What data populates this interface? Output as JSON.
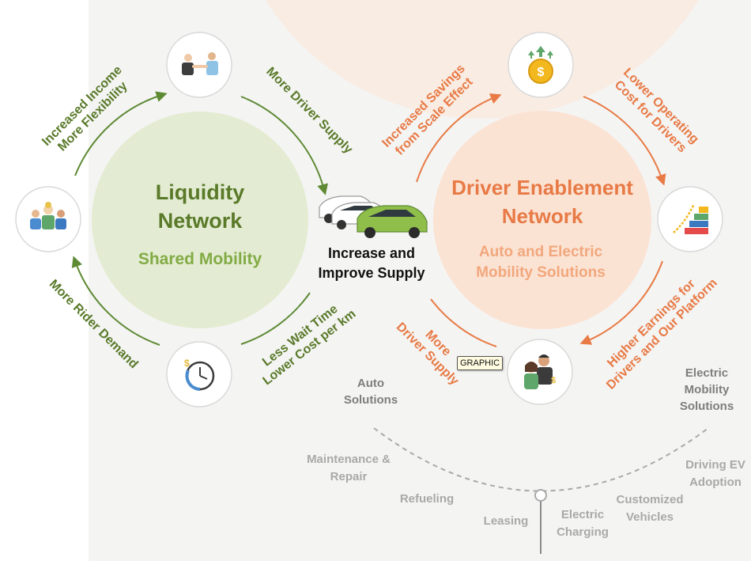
{
  "liquidity": {
    "title_line1": "Liquidity",
    "title_line2": "Network",
    "subtitle": "Shared Mobility",
    "edges": {
      "top_left_line1": "Increased Income",
      "top_left_line2": "More Flexibility",
      "top_right": "More Driver Supply",
      "bottom_left": "More Rider Demand",
      "bottom_right_line1": "Less Wait Time",
      "bottom_right_line2": "Lower Cost per km"
    }
  },
  "center": {
    "label_line1": "Increase and",
    "label_line2": "Improve Supply"
  },
  "enablement": {
    "title_line1": "Driver Enablement",
    "title_line2": "Network",
    "subtitle_line1": "Auto and Electric",
    "subtitle_line2": "Mobility Solutions",
    "edges": {
      "top_left_line1": "Increased Savings",
      "top_left_line2": "from Scale Effect",
      "top_right_line1": "Lower Operating",
      "top_right_line2": "Cost for Drivers",
      "bottom_left_line1": "More",
      "bottom_left_line2": "Driver Supply",
      "bottom_right_line1": "Higher Earnings for",
      "bottom_right_line2": "Drivers and Our Platform"
    }
  },
  "solutions": {
    "auto_line1": "Auto",
    "auto_line2": "Solutions",
    "electric_line1": "Electric",
    "electric_line2": "Mobility",
    "electric_line3": "Solutions",
    "items": {
      "maintenance_line1": "Maintenance &",
      "maintenance_line2": "Repair",
      "refueling": "Refueling",
      "leasing": "Leasing",
      "charging_line1": "Electric",
      "charging_line2": "Charging",
      "customized_line1": "Customized",
      "customized_line2": "Vehicles",
      "ev_line1": "Driving EV",
      "ev_line2": "Adoption"
    }
  },
  "tooltip": "GRAPHIC",
  "colors": {
    "green": "#5a7a2a",
    "light_green": "#82ab45",
    "orange": "#e87a45",
    "light_orange": "#f2a77c",
    "grey": "#a9a9a9"
  },
  "icons": {
    "top_left_node": "two-people-handshake-icon",
    "left_node": "group-of-people-icon",
    "bottom_left_node": "clock-with-dollar-icon",
    "top_right_node": "dollar-coin-up-arrow-icon",
    "right_node": "growth-bar-chart-icon",
    "bottom_right_node": "driver-couple-earnings-icon",
    "center": "cars-icon"
  }
}
